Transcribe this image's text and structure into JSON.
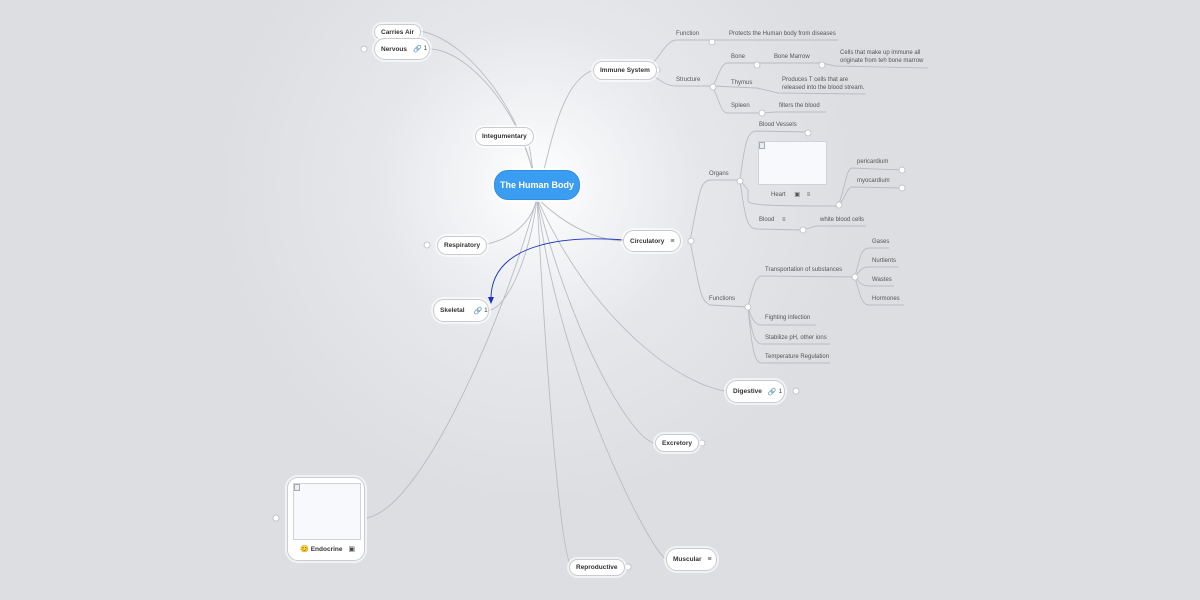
{
  "central": {
    "label": "The Human Body"
  },
  "topics": {
    "carries_air": "Carries Air",
    "nervous": "Nervous",
    "nervous_links": "1",
    "integumentary": "Integumentary",
    "respiratory": "Respiratory",
    "skeletal": "Skeletal",
    "skeletal_links": "1",
    "endocrine": "Endocrine",
    "endocrine_emoji": "😊",
    "reproductive": "Reproductive",
    "muscular": "Muscular",
    "excretory": "Excretory",
    "digestive": "Digestive",
    "digestive_links": "1",
    "circulatory": "Circulatory",
    "immune": "Immune System"
  },
  "immune": {
    "function": "Function",
    "function_text": "Protects the Human body from diseases",
    "structure": "Structure",
    "bone": "Bone",
    "bone_marrow": "Bone Marrow",
    "bone_marrow_text_1": "Cells that make up immune all",
    "bone_marrow_text_2": "originate from teh bone marrow",
    "thymus": "Thymus",
    "thymus_text_1": "Produces T cells that are",
    "thymus_text_2": "released into the blood stream.",
    "spleen": "Spleen",
    "spleen_text": "filters the blood"
  },
  "circulatory": {
    "organs": "Organs",
    "blood_vessels": "Blood Vessels",
    "heart": "Heart",
    "pericardium": "pericardium",
    "myocardium": "myocardium",
    "blood": "Blood",
    "white_blood_cells": "white blood cells",
    "functions": "Functions",
    "transportation": "Transportation of substances",
    "gases": "Gases",
    "nutrients": "Nurtients",
    "wastes": "Wastes",
    "hormones": "Hormones",
    "fighting": "Fighting infection",
    "stabilize": "Stabilize pH, other ions",
    "temperature": "Temperature Regulation"
  },
  "colors": {
    "central_fill": "#3a9df2",
    "relationship_arrow": "#1a2fbf",
    "branch_line": "#b8bcc2"
  },
  "icons": [
    "link-icon",
    "notes-icon",
    "image-icon",
    "collapse-handle-icon"
  ]
}
